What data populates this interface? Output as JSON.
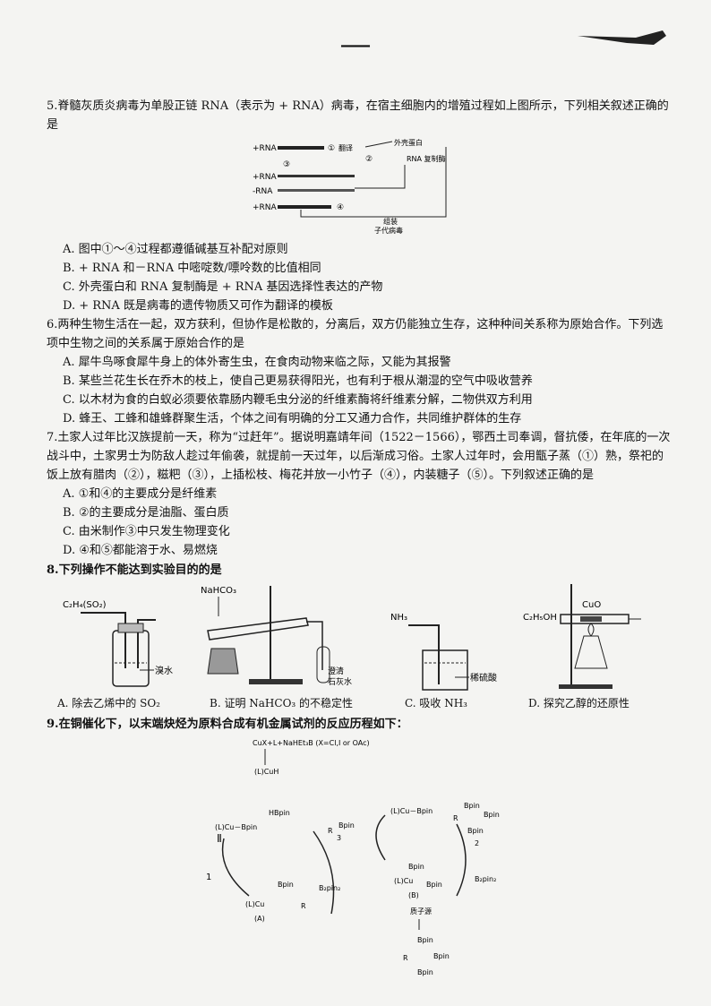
{
  "header": {
    "dash": "——"
  },
  "q5": {
    "stem": "5.脊髓灰质炎病毒为单股正链 RNA（表示为 + RNA）病毒，在宿主细胞内的增殖过程如上图所示，下列相关叙述正确的是",
    "diagram": {
      "strand1": "+RNA",
      "strand2": "+RNA",
      "strand3": "-RNA",
      "strand4": "+RNA",
      "circle_labels": [
        "①",
        "②",
        "③",
        "④"
      ],
      "l_text_1": "翻译",
      "l_text_2": "外壳蛋白",
      "l_text_3": "RNA 复制酶",
      "l_text_4": "组装",
      "l_text_5": "子代病毒"
    },
    "options": [
      "A. 图中①～④过程都遵循碱基互补配对原则",
      "B. + RNA 和－RNA 中嘧啶数/嘌呤数的比值相同",
      "C. 外壳蛋白和 RNA 复制酶是 + RNA 基因选择性表达的产物",
      "D. + RNA 既是病毒的遗传物质又可作为翻译的模板"
    ]
  },
  "q6": {
    "stem": "6.两种生物生活在一起，双方获利，但协作是松散的，分离后，双方仍能独立生存，这种种间关系称为原始合作。下列选项中生物之间的关系属于原始合作的是",
    "options": [
      "A. 犀牛鸟啄食犀牛身上的体外寄生虫，在食肉动物来临之际，又能为其报警",
      "B. 某些兰花生长在乔木的枝上，使自己更易获得阳光，也有利于根从潮湿的空气中吸收营养",
      "C. 以木材为食的白蚁必须要依靠肠内鞭毛虫分泌的纤维素酶将纤维素分解，二物供双方利用",
      "D. 蜂王、工蜂和雄蜂群聚生活，个体之间有明确的分工又通力合作，共同维护群体的生存"
    ]
  },
  "q7": {
    "stem": "7.土家人过年比汉族提前一天，称为“过赶年”。据说明嘉靖年间（1522－1566），鄂西土司奉调，督抗倭，在年底的一次战斗中，土家男士为防敌人趁过年偷袭，就提前一天过年，以后渐成习俗。土家人过年时，会用甑子蒸（①）熟，祭祀的饭上放有腊肉（②），糍粑（③），上插松枝、梅花并放一小竹子（④），内装糖子（⑤）。下列叙述正确的是",
    "options": [
      "A. ①和④的主要成分是纤维素",
      "B. ②的主要成分是油脂、蛋白质",
      "C. 由米制作③中只发生物理变化",
      "D. ④和⑤都能溶于水、易燃烧"
    ]
  },
  "q8": {
    "stem": "8.下列操作不能达到实验目的的是",
    "fig_a_gas": "C₂H₄(SO₂)",
    "fig_a_label": "溴水",
    "fig_a_caption": "A. 除去乙烯中的 SO₂",
    "fig_b_reagent": "NaHCO₃",
    "fig_b_label1": "澄清",
    "fig_b_label2": "石灰水",
    "fig_b_caption": "B. 证明 NaHCO₃ 的不稳定性",
    "fig_c_gas": "NH₃",
    "fig_c_label": "稀硫酸",
    "fig_c_caption": "C. 吸收 NH₃",
    "fig_d_gas": "C₂H₅OH",
    "fig_d_reagent": "CuO",
    "fig_d_caption": "D. 探究乙醇的还原性"
  },
  "q9": {
    "stem": "9.在铜催化下，以末端炔烃为原料合成有机金属试剂的反应历程如下：",
    "scheme": {
      "top": "CuX+L+NaHEt₃B (X=Cl,I or OAc)",
      "lcuh": "(L)CuH",
      "hbpin": "HBpin",
      "lcu_bpin_left": "(L)Cu－Bpin",
      "lcu_bpin_right": "(L)Cu－Bpin",
      "compound3": "3",
      "compound2": "2",
      "compound1": "1",
      "b2pin2_left": "B₂pin₂",
      "b2pin2_right": "B₂pin₂",
      "label_a": "(A)",
      "label_b": "(B)",
      "proton_source": "质子源",
      "r": "R",
      "bpin": "Bpin",
      "lcu": "(L)Cu",
      "left_mark": "Ⅱ"
    }
  }
}
